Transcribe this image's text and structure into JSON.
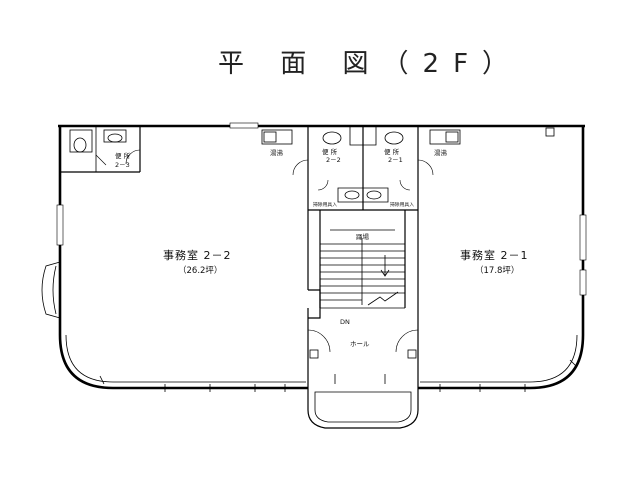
{
  "title": "平 面 図（2F）",
  "rooms": {
    "office_2_2": {
      "name": "事務室 2－2",
      "area": "（26.2坪）"
    },
    "office_2_1": {
      "name": "事務室 2－1",
      "area": "（17.8坪）"
    },
    "hall": "ホール",
    "landing": "踊場",
    "down": "DN"
  },
  "toilets": {
    "t23": {
      "name": "便 所",
      "num": "2－3"
    },
    "t22": {
      "name": "便 所",
      "num": "2－2"
    },
    "t21": {
      "name": "便 所",
      "num": "2－1"
    }
  },
  "kitchenette_left": "湯沸",
  "kitchenette_right": "湯沸",
  "storage_left": "掃除用具入",
  "storage_right": "掃除用具入"
}
